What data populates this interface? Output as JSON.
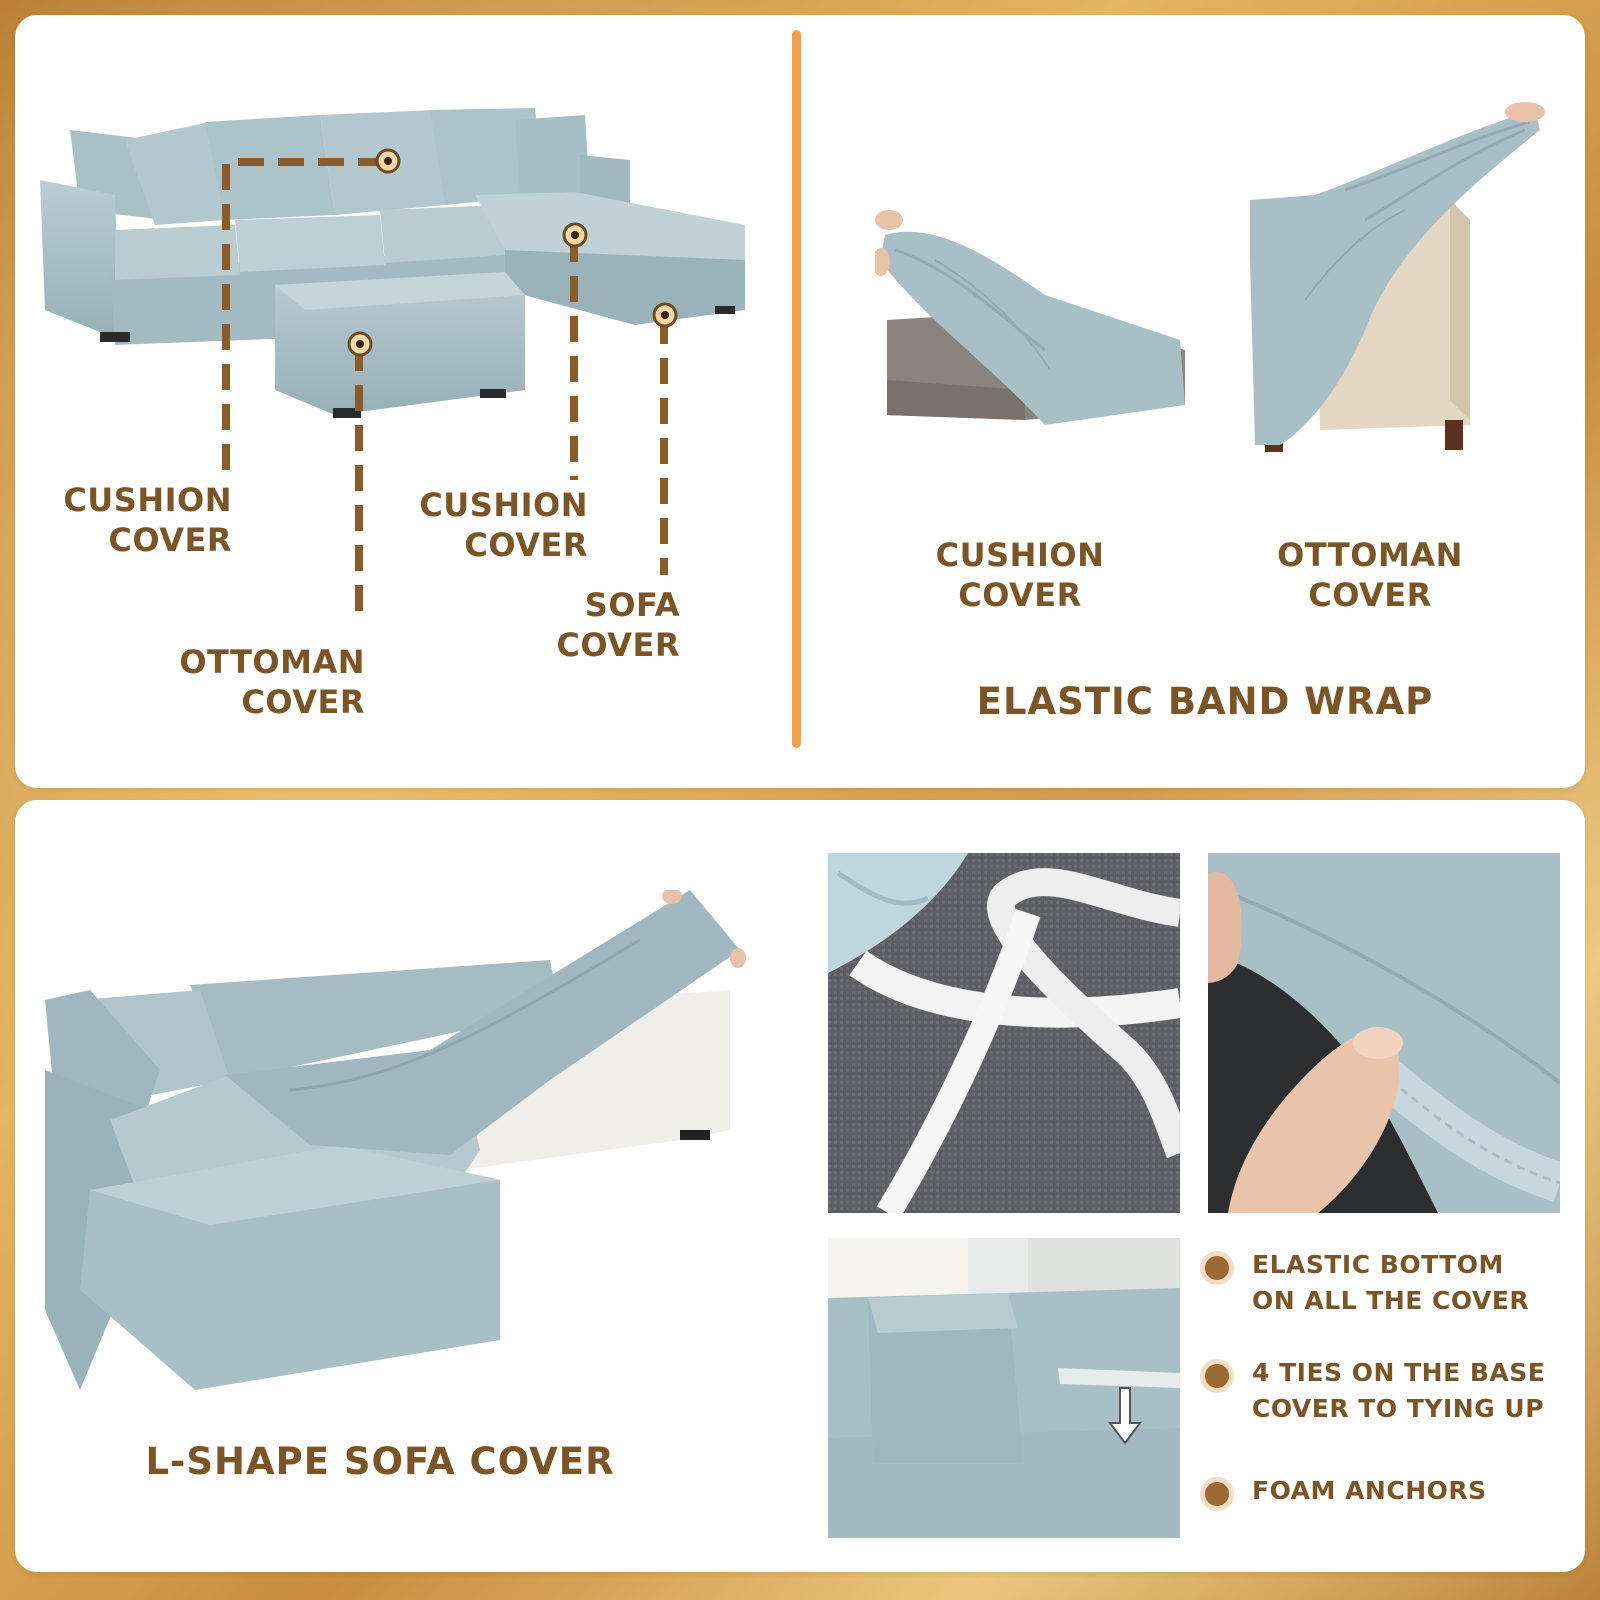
{
  "top_left_labels": {
    "cushion_cover_1": [
      "CUSHION",
      "COVER"
    ],
    "ottoman_cover": [
      "OTTOMAN",
      "COVER"
    ],
    "cushion_cover_2": [
      "CUSHION",
      "COVER"
    ],
    "sofa_cover": [
      "SOFA",
      "COVER"
    ]
  },
  "top_right": {
    "cushion_cover": [
      "CUSHION",
      "COVER"
    ],
    "ottoman_cover": [
      "OTTOMAN",
      "COVER"
    ],
    "heading": "ELASTIC BAND WRAP"
  },
  "bottom_left": {
    "heading": "L-SHAPE SOFA COVER"
  },
  "features": [
    [
      "ELASTIC  BOTTOM",
      "ON ALL THE COVER"
    ],
    [
      "4 TIES ON THE BASE",
      "COVER TO TYING UP"
    ],
    [
      "FOAM ANCHORS"
    ]
  ],
  "colors": {
    "label_brown": "#7c5527",
    "divider_orange": "#f2a14a",
    "fabric_blue": "#a9bfc6",
    "marker_brown": "#8a5c2b"
  }
}
